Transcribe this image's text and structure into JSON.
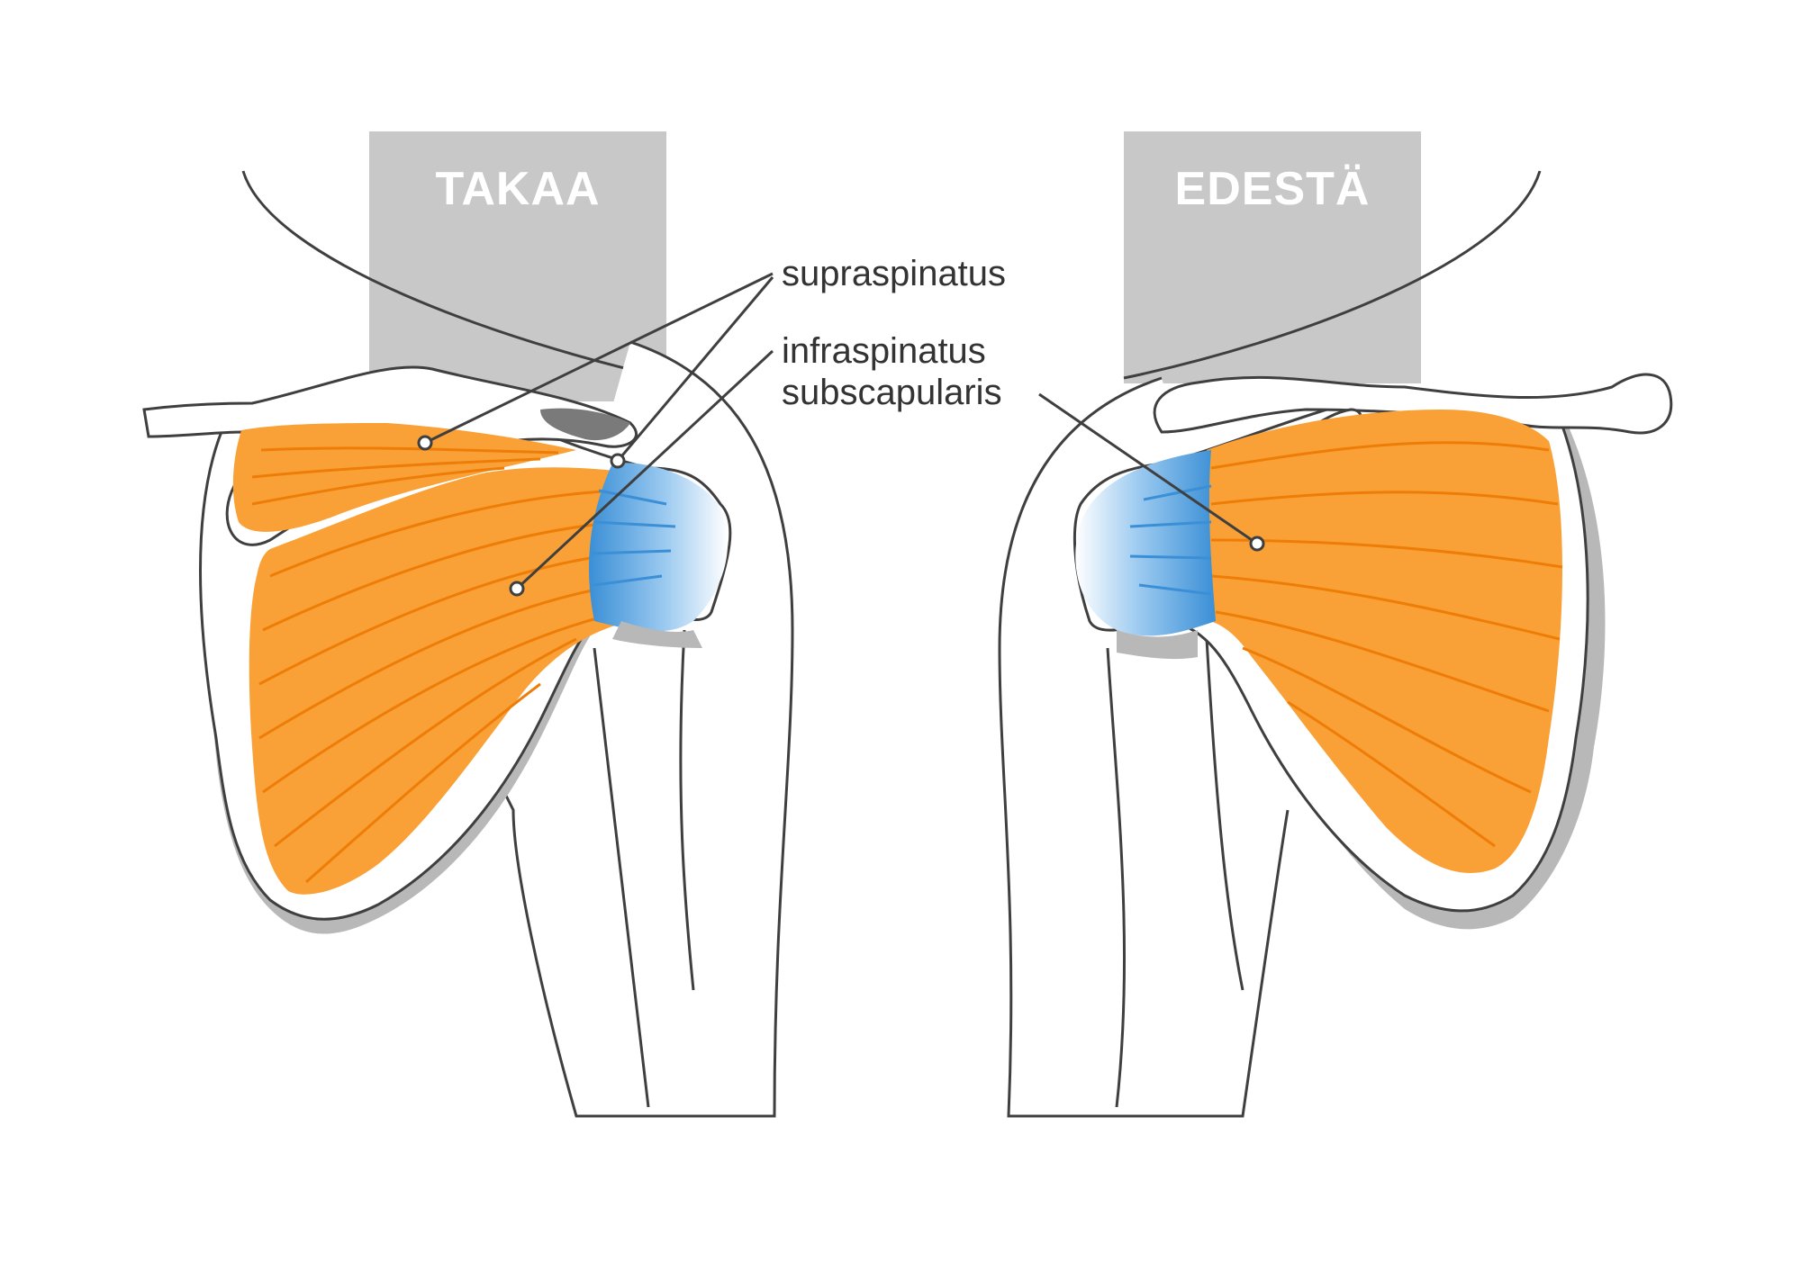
{
  "views": {
    "back_label": "TAKAA",
    "front_label": "EDESTÄ"
  },
  "muscles": {
    "supraspinatus": "supraspinatus",
    "infraspinatus": "infraspinatus",
    "subscapularis": "subscapularis"
  },
  "colors": {
    "muscle_orange": "#F9A136",
    "muscle_fiber": "#EE7D07",
    "tendon_blue": "#3A8FD6",
    "label_block_gray": "#C8C8C8",
    "outline": "#3F3F3F",
    "bone_shadow": "#B8B8B8"
  }
}
